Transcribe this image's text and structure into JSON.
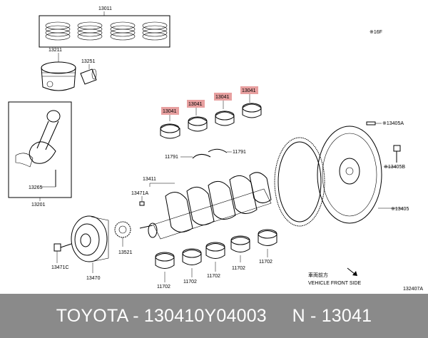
{
  "labels": {
    "piston_rings": "13011",
    "piston": "13211",
    "pin": "13251",
    "conrod_assy": "13201",
    "conrod_bolt": "13265",
    "bearing_hl_1": "13041",
    "bearing_hl_2": "13041",
    "bearing_hl_3": "13041",
    "bearing_hl_4": "13041",
    "thrust_washer_1": "11791",
    "thrust_washer_2": "11791",
    "crankshaft": "13411",
    "crank_key": "13471A",
    "timing_gear": "13521",
    "pulley": "13470",
    "pulley_bolt": "13471C",
    "main_bearing_1": "11702",
    "main_bearing_2": "11702",
    "main_bearing_3": "11702",
    "main_bearing_4": "11702",
    "main_bearing_5": "11702",
    "flywheel_bolt_a": "※13405A",
    "flywheel_bolt_b": "※13405B",
    "flywheel": "※13405",
    "note_top": "※16F",
    "vehicle_front_jp": "車両前方",
    "vehicle_front_en": "VEHICLE FRONT SIDE",
    "diagram_code": "132407A"
  },
  "colors": {
    "highlight": "#e8a0a0",
    "footer_bg": "#8a8a8a",
    "footer_text": "#ffffff"
  },
  "footer": {
    "text": "TOYOTA - 130410Y04003     N - 13041"
  }
}
